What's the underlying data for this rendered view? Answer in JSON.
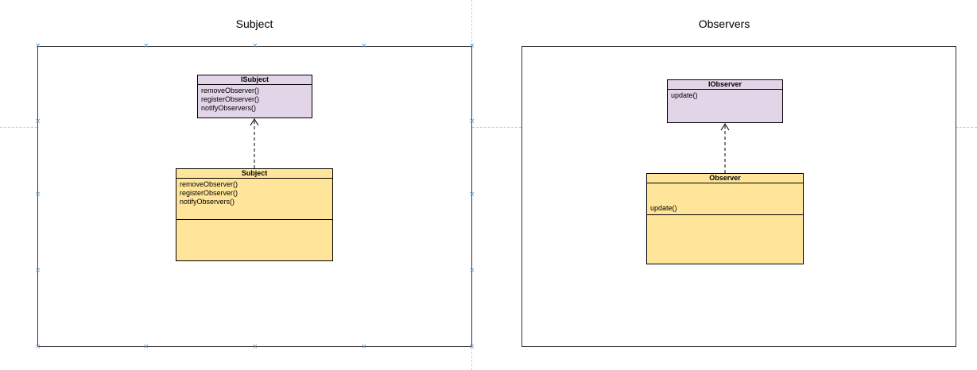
{
  "frames": {
    "subject": {
      "title": "Subject"
    },
    "observers": {
      "title": "Observers"
    }
  },
  "classes": {
    "isubject": {
      "name": "ISubject",
      "operations": [
        "removeObserver()",
        "registerObserver()",
        "notifyObservers()"
      ]
    },
    "subject": {
      "name": "Subject",
      "operations": [
        "removeObserver()",
        "registerObserver()",
        "notifyObservers()"
      ]
    },
    "iobserver": {
      "name": "IObserver",
      "operations": [
        "update()"
      ]
    },
    "observer": {
      "name": "Observer",
      "operations": [
        "update()"
      ]
    }
  },
  "colors": {
    "interface_fill": "#e1d5e7",
    "class_fill": "#ffe599",
    "guide": "#b9d3dc",
    "handle": "#5b9ad1"
  },
  "relations": [
    {
      "type": "realization",
      "from": "subject",
      "to": "isubject"
    },
    {
      "type": "realization",
      "from": "observer",
      "to": "iobserver"
    }
  ]
}
